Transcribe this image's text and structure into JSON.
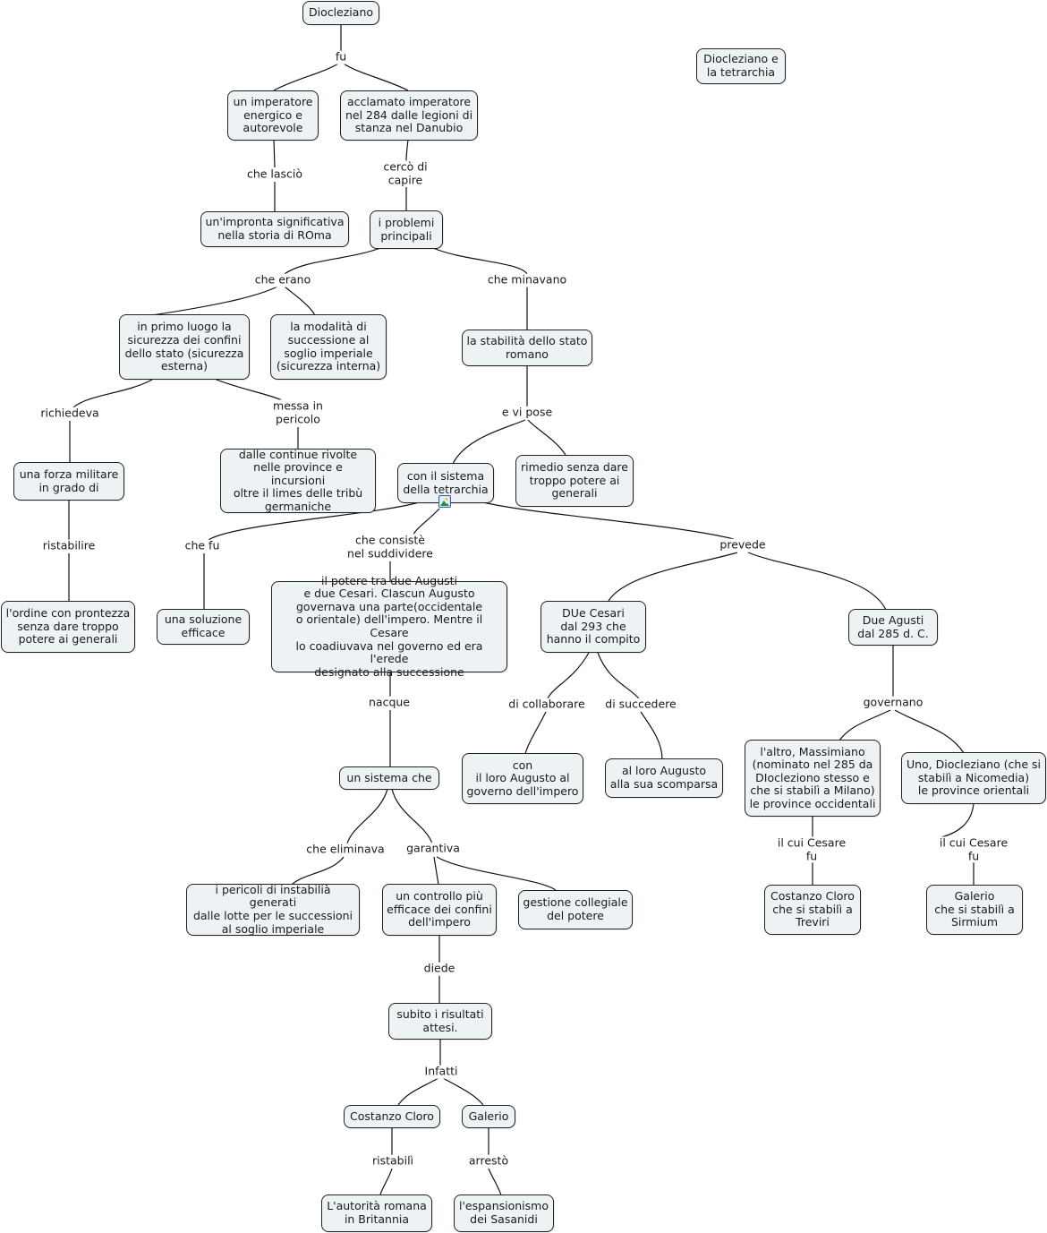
{
  "title_node": "Diocleziano e\nla tetrarchia",
  "nodes": {
    "diocleziano": "Diocleziano",
    "imperatore_energico": "un imperatore\nenergico e\nautorevole",
    "acclamato": "acclamato imperatore\nnel 284 dalle legioni di\nstanza nel Danubio",
    "impronta": "un'impronta significativa\nnella storia di ROma",
    "problemi": "i problemi\nprincipali",
    "sicurezza_confini": "in primo luogo la\nsicurezza dei confini\ndello stato (sicurezza\nesterna)",
    "modalita_successione": "la modalità di\nsuccessione al\nsoglio imperiale\n(sicurezza interna)",
    "stabilita": "la stabilità dello stato\nromano",
    "forza_militare": "una forza militare\nin grado di",
    "rivolte": "dalle continue rivolte\nnelle province e incursioni\noltre il limes delle tribù\ngermaniche",
    "tetrarchia": "con il sistema\ndella tetrarchia",
    "rimedio": "rimedio senza dare\ntroppo potere ai\ngenerali",
    "ordine": "l'ordine con prontezza\nsenza dare troppo\npotere ai generali",
    "soluzione": "una soluzione\nefficace",
    "potere": "il potere tra due Augusti\ne due Cesari. CIascun Augusto\ngovernava una parte(occidentale\no orientale) dell'impero. Mentre il Cesare\nlo coadiuvava nel governo ed era l'erede\ndesignato alla successione",
    "due_cesari": "DUe Cesari\ndal 293 che\nhanno il compito",
    "due_agusti": "Due Agusti\ndal 285 d. C.",
    "sistema_che": "un sistema che",
    "con_augusto": "con\nil loro Augusto al\ngoverno dell'impero",
    "alla_scomparsa": "al loro Augusto\nalla sua scomparsa",
    "massimiano": "l'altro, Massimiano\n(nominato nel 285 da\nDIocleziono stesso e\nche si stabilì a Milano)\nle province occidentali",
    "uno_diocleziano": "Uno, Diocleziano (che si\nstabilì a Nicomedia)\nle province orientali",
    "pericoli": "i pericoli di instabilià generati\ndalle lotte per le successioni\nal soglio imperiale",
    "controllo": "un controllo più\nefficace dei confini\ndell'impero",
    "gestione": "gestione collegiale\ndel potere",
    "costanzo_treviri": "Costanzo Cloro\nche si stabilì a\nTreviri",
    "galerio_sirmium": "Galerio\nche si stabilì a\nSirmium",
    "risultati": "subito i risultati\nattesi.",
    "costanzo": "Costanzo Cloro",
    "galerio": "Galerio",
    "britannia": "L'autorità romana\nin Britannia",
    "sasanidi": "l'espansionismo\ndei Sasanidi"
  },
  "links": {
    "fu": "fu",
    "che_lascio": "che lasciò",
    "cerco_di_capire": "cercò di\ncapire",
    "che_erano": "che erano",
    "che_minavano": "che minavano",
    "richiedeva": "richiedeva",
    "messa_in_pericolo": "messa in\npericolo",
    "e_vi_pose": "e vi pose",
    "ristabilire": "ristabilire",
    "che_fu": "che fu",
    "che_consiste": "che consistè\nnel suddividere",
    "prevede": "prevede",
    "nacque": "nacque",
    "di_collaborare": "di collaborare",
    "di_succedere": "di succedere",
    "governano": "governano",
    "che_eliminava": "che eliminava",
    "garantiva": "garantiva",
    "il_cui_cesare_1": "il cui Cesare\nfu",
    "il_cui_cesare_2": "il cui Cesare\nfu",
    "diede": "diede",
    "infatti": "Infatti",
    "ristabili": "ristabilì",
    "arresto": "arrestò"
  },
  "icons": {
    "tetrarchia_attachment": "image-icon"
  },
  "colors": {
    "node_fill": "#edf2f4",
    "node_border": "#222222",
    "line": "#111111",
    "icon_border": "#2a5fb0"
  }
}
